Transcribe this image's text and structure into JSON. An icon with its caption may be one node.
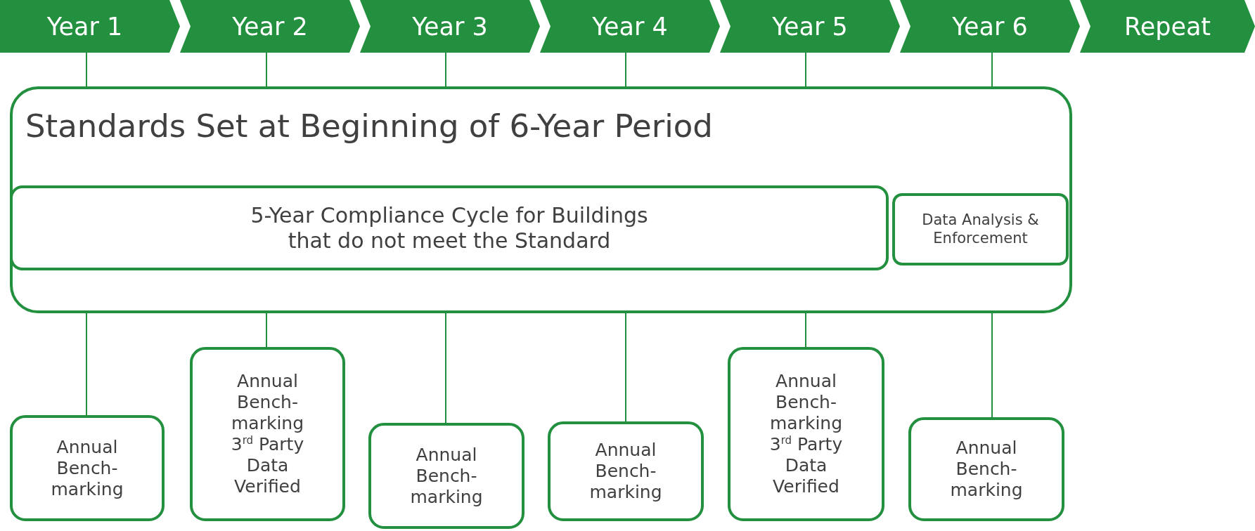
{
  "diagram": {
    "nodes": [
      {
        "text": [
          "Year 1"
        ]
      },
      {
        "text": [
          "Year 2"
        ]
      },
      {
        "text": [
          "Year 3"
        ]
      },
      {
        "text": [
          "Year 4"
        ]
      },
      {
        "text": [
          "Year 5"
        ]
      },
      {
        "text": [
          "Year 6"
        ]
      },
      {
        "text": [
          "Repeat"
        ]
      },
      {
        "text": [
          "Standards Set at Beginning of 6-Year Period"
        ]
      },
      {
        "text": [
          "5-Year Compliance Cycle for Buildings that do not meet the Standard"
        ],
        "in": 7
      },
      {
        "text": [
          "Data Analysis & Enforcement"
        ],
        "in": 7
      },
      {
        "text": [
          "Annual Bench- marking"
        ]
      },
      {
        "text": [
          "Annual Bench- marking",
          "3$^{rd}$ Party Data Verified"
        ]
      },
      {
        "text": [
          "Annual Bench- marking"
        ]
      },
      {
        "text": [
          "Annual Bench- marking"
        ]
      },
      {
        "text": [
          "Annual Bench- marking",
          "3$^{rd}$ Party Data Verified"
        ]
      },
      {
        "text": [
          "Annual Bench- marking"
        ]
      }
    ],
    "edges": [
      {
        "from": 0,
        "to": 7,
        "arrow": "none"
      },
      {
        "from": 1,
        "to": 7,
        "arrow": "none"
      },
      {
        "from": 2,
        "to": 7,
        "arrow": "none"
      },
      {
        "from": 3,
        "to": 7,
        "arrow": "none"
      },
      {
        "from": 4,
        "to": 7,
        "arrow": "none"
      },
      {
        "from": 5,
        "to": 7,
        "arrow": "none"
      },
      {
        "from": 7,
        "to": 10,
        "arrow": "none"
      },
      {
        "from": 7,
        "to": 11,
        "arrow": "none"
      },
      {
        "from": 7,
        "to": 12,
        "arrow": "none"
      },
      {
        "from": 7,
        "to": 13,
        "arrow": "none"
      },
      {
        "from": 7,
        "to": 14,
        "arrow": "none"
      },
      {
        "from": 7,
        "to": 15,
        "arrow": "none"
      }
    ]
  }
}
